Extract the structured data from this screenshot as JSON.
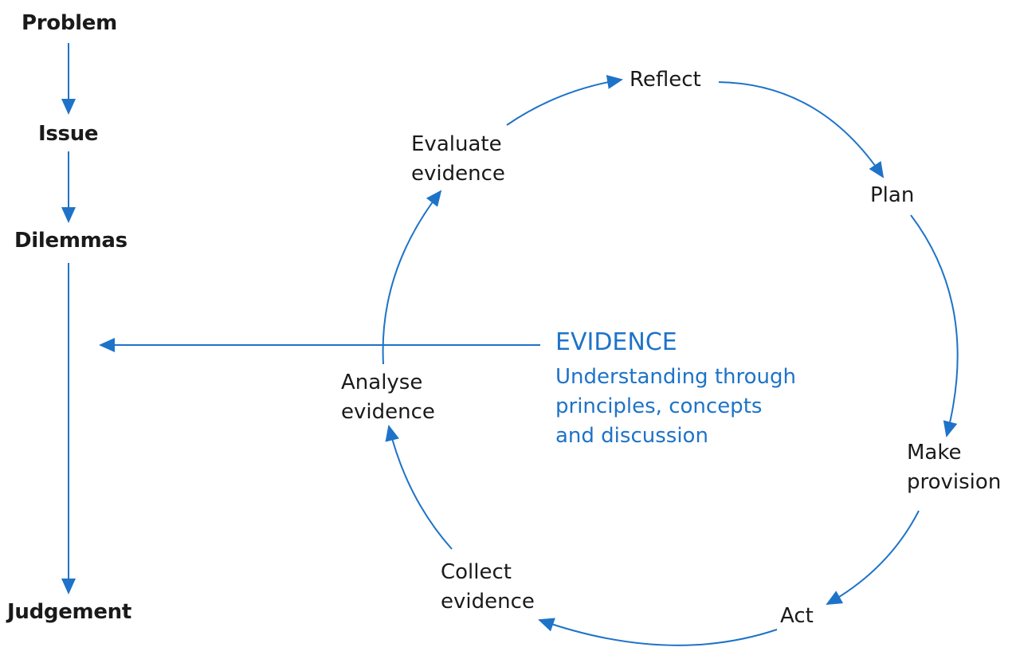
{
  "colors": {
    "arrow": "#1e73c8",
    "evidence_text": "#1e73c8",
    "text": "#1a1a1a",
    "background": "#ffffff"
  },
  "stages": {
    "problem": "Problem",
    "issue": "Issue",
    "dilemmas": "Dilemmas",
    "judgement": "Judgement"
  },
  "cycle": {
    "reflect": "Reflect",
    "plan": "Plan",
    "make_provision": [
      "Make",
      "provision"
    ],
    "act": "Act",
    "collect_evidence": [
      "Collect",
      "evidence"
    ],
    "analyse_evidence": [
      "Analyse",
      "evidence"
    ],
    "evaluate_evidence": [
      "Evaluate",
      "evidence"
    ]
  },
  "evidence": {
    "title": "EVIDENCE",
    "lines": [
      "Understanding through",
      "principles, concepts",
      "and discussion"
    ]
  }
}
